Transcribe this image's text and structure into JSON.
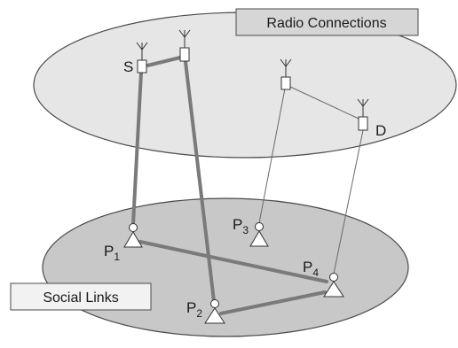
{
  "layers": {
    "radio": {
      "label": "Radio Connections"
    },
    "social": {
      "label": "Social Links"
    }
  },
  "radio_nodes": {
    "S": {
      "label": "S"
    },
    "D": {
      "label": "D"
    }
  },
  "persons": {
    "P1": {
      "main": "P",
      "sub": "1"
    },
    "P2": {
      "main": "P",
      "sub": "2"
    },
    "P3": {
      "main": "P",
      "sub": "3"
    },
    "P4": {
      "main": "P",
      "sub": "4"
    }
  },
  "colors": {
    "radio_plane_fill": "#e6e6e6",
    "social_plane_fill": "#c8c8c8",
    "plane_stroke": "#4a4a4a",
    "thick_link": "#7a7a7a",
    "thin_link": "#6a6a6a",
    "label_box_fill": "#d6d6d6",
    "social_box_fill": "#f2f2f2"
  }
}
